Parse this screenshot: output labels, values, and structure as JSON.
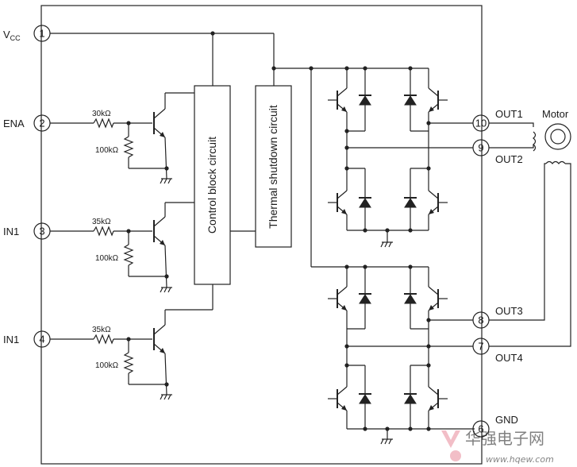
{
  "pins": [
    {
      "num": "1",
      "name": "VCC"
    },
    {
      "num": "2",
      "name": "ENA"
    },
    {
      "num": "3",
      "name": "IN1"
    },
    {
      "num": "4",
      "name": "IN1"
    },
    {
      "num": "10",
      "name": "OUT1"
    },
    {
      "num": "9",
      "name": "OUT2"
    },
    {
      "num": "8",
      "name": "OUT3"
    },
    {
      "num": "7",
      "name": "OUT4"
    },
    {
      "num": "6",
      "name": "GND"
    }
  ],
  "vcc": {
    "main": "V",
    "sub": "CC"
  },
  "blocks": {
    "control": "Control block circuit",
    "thermal": "Thermal shutdown circuit"
  },
  "motor_label": "Motor",
  "resistors": {
    "ena_series": "30kΩ",
    "ena_pull": "100kΩ",
    "in1a_series": "35kΩ",
    "in1a_pull": "100kΩ",
    "in1b_series": "35kΩ",
    "in1b_pull": "100kΩ"
  },
  "watermark": {
    "main": "华强电子网",
    "url": "www.hqew.com"
  }
}
